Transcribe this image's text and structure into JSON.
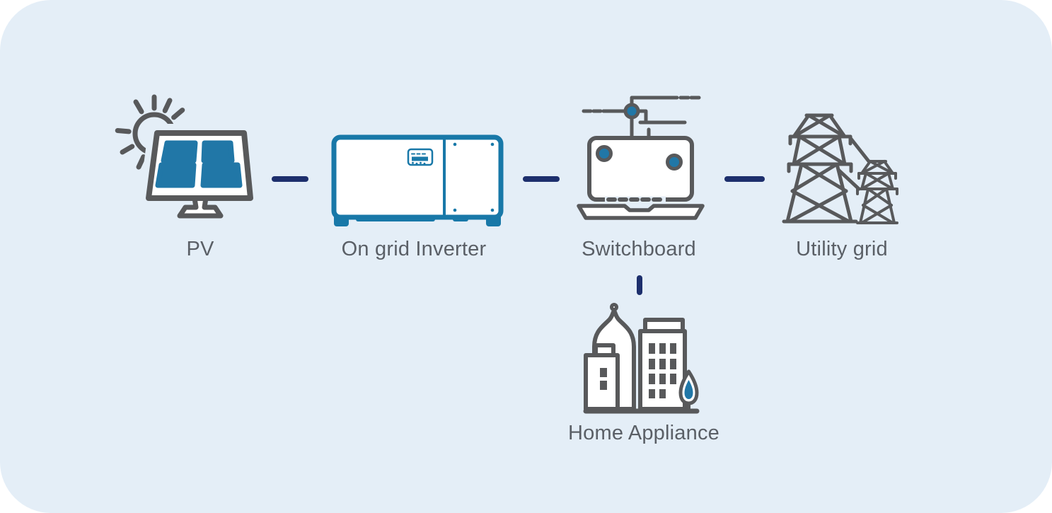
{
  "palette": {
    "panel_bg": "#e4eef7",
    "outline_gray": "#58595b",
    "accent_blue": "#2177a7",
    "inverter_blue": "#1878a8",
    "connector_navy": "#1d2f6d",
    "label_gray": "#5a5f66"
  },
  "nodes": {
    "pv": {
      "label": "PV",
      "icon": "solar-panel-sun-icon"
    },
    "inverter": {
      "label": "On grid Inverter",
      "icon": "inverter-box-icon"
    },
    "switchboard": {
      "label": "Switchboard",
      "icon": "switchboard-icon"
    },
    "utility_grid": {
      "label": "Utility grid",
      "icon": "transmission-towers-icon"
    },
    "home_appliance": {
      "label": "Home Appliance",
      "icon": "city-buildings-icon"
    }
  },
  "connectors": [
    {
      "from": "pv",
      "to": "inverter",
      "style": "navy-dash"
    },
    {
      "from": "inverter",
      "to": "switchboard",
      "style": "navy-dash"
    },
    {
      "from": "switchboard",
      "to": "utility_grid",
      "style": "navy-dash"
    },
    {
      "from": "switchboard",
      "to": "home_appliance",
      "style": "navy-dash"
    }
  ]
}
